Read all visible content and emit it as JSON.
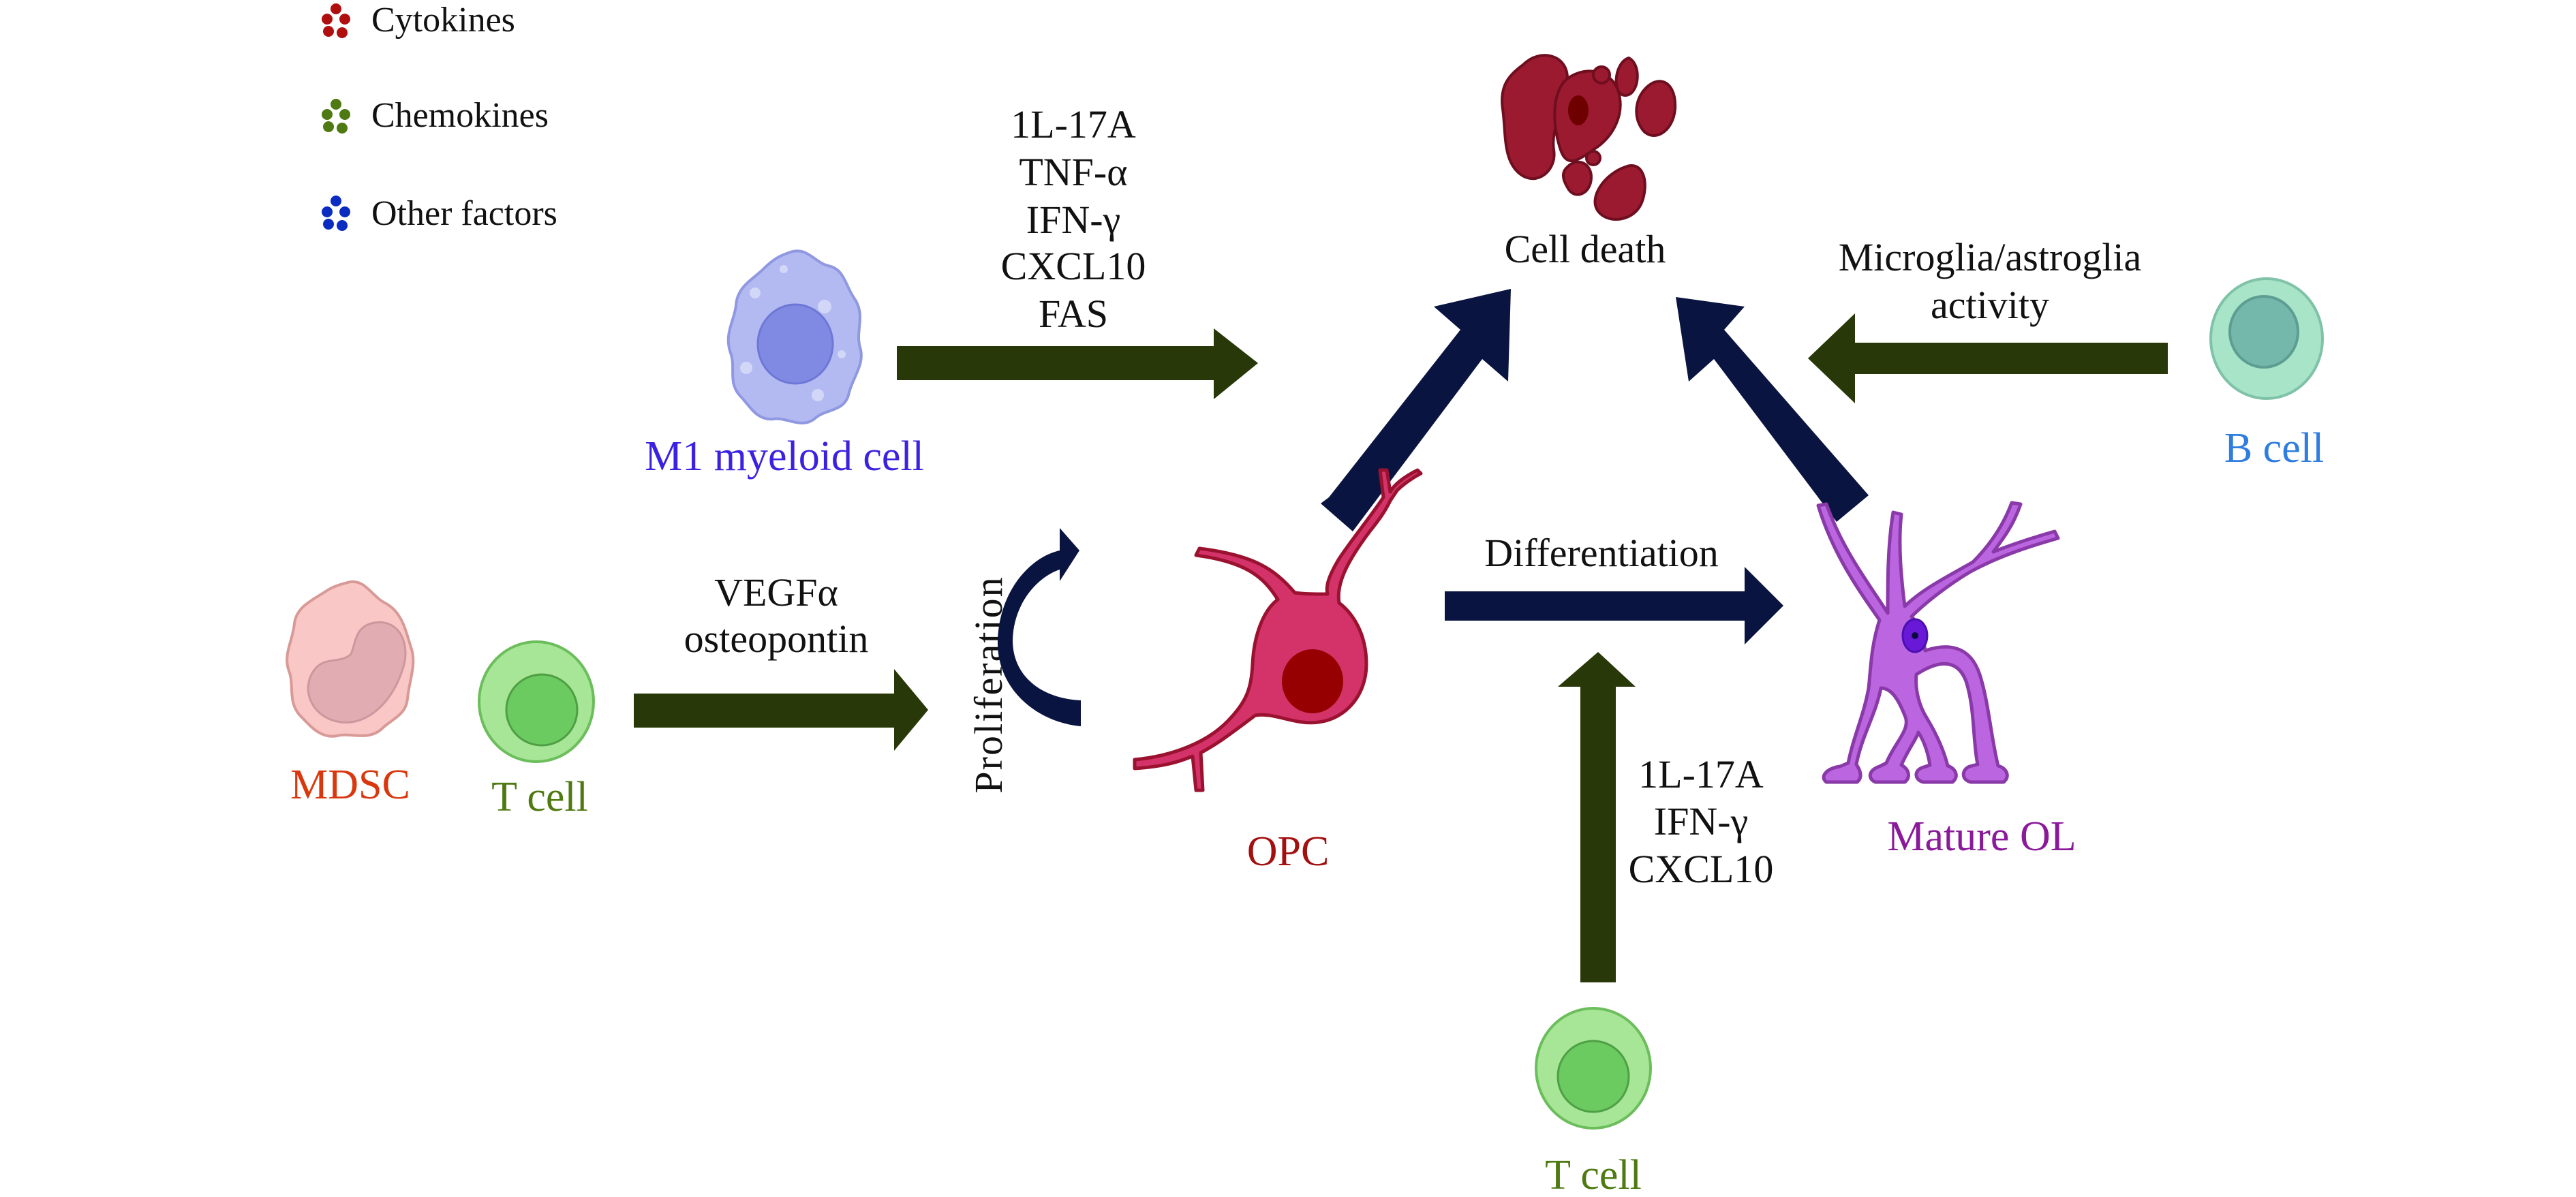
{
  "legend": {
    "items": [
      {
        "label": "Cytokines",
        "color": "#b00f0f"
      },
      {
        "label": "Chemokines",
        "color": "#4f7a12"
      },
      {
        "label": "Other factors",
        "color": "#0b2cc0"
      }
    ]
  },
  "cells": {
    "m1_myeloid": {
      "label": "M1 myeloid cell",
      "color": "#3b22e0"
    },
    "cell_death": {
      "label": "Cell death"
    },
    "b_cell": {
      "label": "B cell",
      "color": "#2f7de0"
    },
    "mdsc": {
      "label": "MDSC",
      "color": "#d9380f"
    },
    "t_cell_left": {
      "label": "T cell",
      "color": "#4f7a12"
    },
    "opc": {
      "label": "OPC",
      "color": "#a31010"
    },
    "mature_ol": {
      "label": "Mature OL",
      "color": "#8a1a9a"
    },
    "t_cell_bottom": {
      "label": "T cell",
      "color": "#4f7a12"
    }
  },
  "arrows": {
    "m1_to_death": {
      "factors": [
        "1L-17A",
        "TNF-α",
        "IFN-γ",
        "CXCL10",
        "FAS"
      ]
    },
    "bcell_to_death": {
      "label_lines": [
        "Microglia/astroglia",
        "activity"
      ]
    },
    "mdsc_t_to_opc": {
      "factors": [
        "VEGFα",
        "osteopontin"
      ]
    },
    "proliferation": {
      "label": "Proliferation"
    },
    "differentiation": {
      "label": "Differentiation"
    },
    "tcell_to_differentiation": {
      "factors": [
        "1L-17A",
        "IFN-γ",
        "CXCL10"
      ]
    }
  },
  "colors": {
    "green_arrow": "#283808",
    "navy_arrow": "#0a1440"
  }
}
